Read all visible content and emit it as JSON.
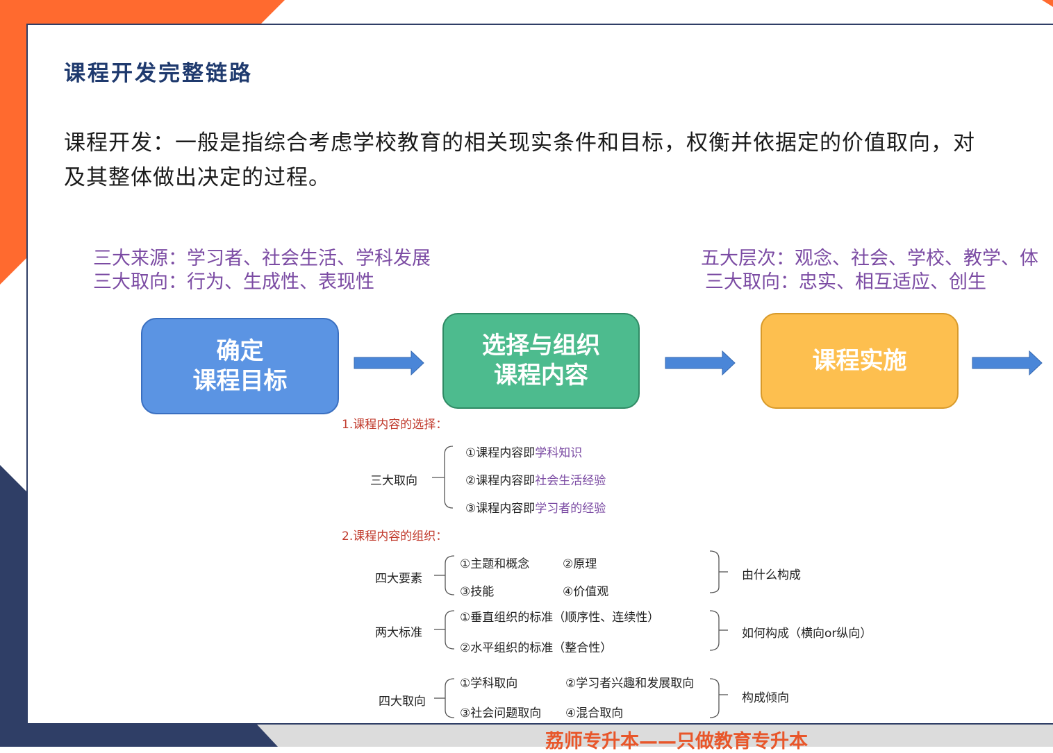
{
  "title": "课程开发完整链路",
  "definition": {
    "line1": "课程开发：一般是指综合考虑学校教育的相关现实条件和目标，权衡并依据定的价值取向，对",
    "line2": "及其整体做出决定的过程。"
  },
  "top_left_notes": {
    "line1": "三大来源：学习者、社会生活、学科发展",
    "line2": "三大取向：行为、生成性、表现性"
  },
  "top_right_notes": {
    "line1": "五大层次：观念、社会、学校、教学、体",
    "line2": "三大取向：忠实、相互适应、创生"
  },
  "steps": [
    {
      "line1": "确定",
      "line2": "课程目标",
      "color": "#5b94e3"
    },
    {
      "line1": "选择与组织",
      "line2": "课程内容",
      "color": "#4dbb8e"
    },
    {
      "line1": "课程实施",
      "line2": "",
      "color": "#fdbf4f"
    }
  ],
  "arrow_color": "#4a86d8",
  "content_selection": {
    "heading": "1.课程内容的选择：",
    "group_label": "三大取向",
    "items": [
      {
        "prefix": "①课程内容即",
        "highlight": "学科知识"
      },
      {
        "prefix": "②课程内容即",
        "highlight": "社会生活经验"
      },
      {
        "prefix": "③课程内容即",
        "highlight": "学习者的经验"
      }
    ]
  },
  "content_organization": {
    "heading": "2.课程内容的组织：",
    "groups": [
      {
        "label": "四大要素",
        "items": [
          "①主题和概念",
          "②原理",
          "③技能",
          "④价值观"
        ],
        "note": "由什么构成"
      },
      {
        "label": "两大标准",
        "items": [
          "①垂直组织的标准（顺序性、连续性）",
          "②水平组织的标准（整合性）"
        ],
        "note": "如何构成（横向or纵向）"
      },
      {
        "label": "四大取向",
        "items": [
          "①学科取向",
          "②学习者兴趣和发展取向",
          "③社会问题取向",
          "④混合取向"
        ],
        "note": "构成倾向"
      }
    ]
  },
  "footer": "荔师专升本——只做教育专升本",
  "colors": {
    "orange": "#ff6a2f",
    "navy": "#2f3e66",
    "purple": "#7b4ba3",
    "red": "#c0392b",
    "title": "#1f3a6e"
  }
}
